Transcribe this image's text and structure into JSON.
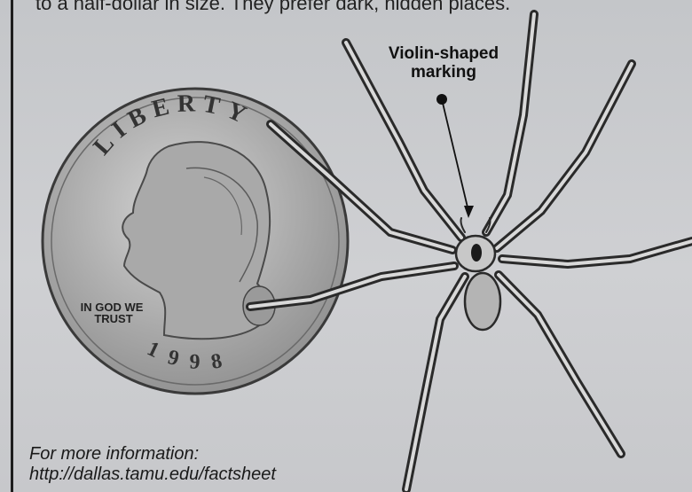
{
  "article": {
    "top_line_text": "to a half-dollar in size. They prefer dark, hidden places."
  },
  "figure": {
    "callout_line1": "Violin-shaped",
    "callout_line2": "marking",
    "coin": {
      "motto_line1": "IN GOD WE",
      "motto_line2": "TRUST",
      "legend": "LIBERTY",
      "year": "1998"
    }
  },
  "footer": {
    "info_label": "For more information:",
    "info_url": "http://dallas.tamu.edu/factsheet"
  }
}
